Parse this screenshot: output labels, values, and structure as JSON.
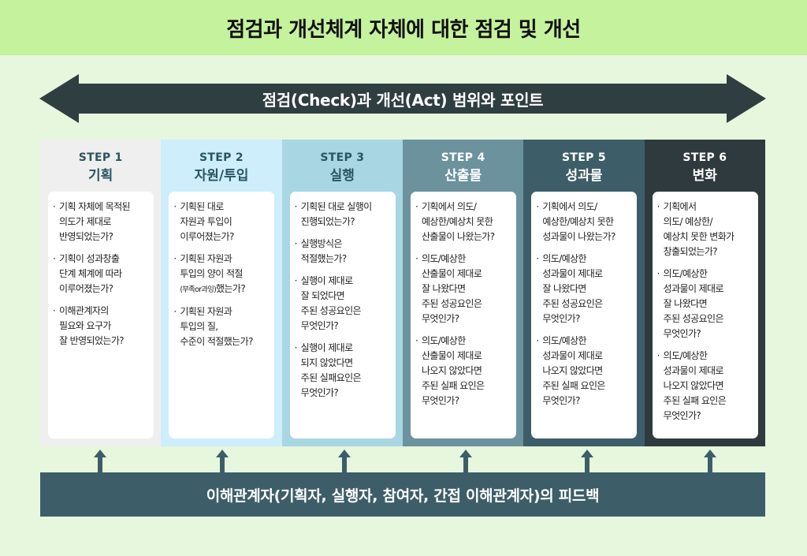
{
  "title": "점검과 개선체계 자체에 대한 점검 및 개선",
  "scope_arrow": {
    "label": "점검(Check)과 개선(Act) 범위와 포인트",
    "color": "#2f3e40"
  },
  "steps": [
    {
      "num": "STEP 1",
      "name": "기획",
      "bg": "#efefef",
      "text_color": "#2a5563",
      "items": [
        "기획 자체에 목적된\n의도가 제대로\n반영되었는가?",
        "기획이 성과창출\n단계 체계에 따라\n이루어졌는가?",
        "이해관계자의\n필요와 요구가\n잘 반영되었는가?"
      ]
    },
    {
      "num": "STEP 2",
      "name": "자원/투입",
      "bg": "#cdeefa",
      "text_color": "#2a5563",
      "items": [
        "기획된 대로\n자원과 투입이\n이루어졌는가?",
        "기획된 자원과\n투입의 양이 적절",
        "기획된 자원과\n투입의 질,\n수준이 적절했는가?"
      ],
      "item2_small": "(부족or과잉)",
      "item2_tail": "했는가?"
    },
    {
      "num": "STEP 3",
      "name": "실행",
      "bg": "#a9d6e3",
      "text_color": "#2a5563",
      "items": [
        "기획된 대로 실행이\n진행되었는가?",
        "실행방식은\n적절했는가?",
        "실행이 제대로\n잘 되었다면\n주된 성공요인은\n무엇인가?",
        "실행이 제대로\n되지 않았다면\n주된 실패요인은\n무엇인가?"
      ]
    },
    {
      "num": "STEP 4",
      "name": "산출물",
      "bg": "#6b929d",
      "text_color": "#ffffff",
      "items": [
        "기획에서 의도/\n예상한/예상치 못한\n산출물이 나왔는가?",
        "의도/예상한\n산출물이 제대로\n잘 나왔다면\n주된 성공요인은\n무엇인가?",
        "의도/예상한\n산출물이 제대로\n나오지 않았다면\n주된 실패 요인은\n무엇인가?"
      ]
    },
    {
      "num": "STEP 5",
      "name": "성과물",
      "bg": "#3d5e69",
      "text_color": "#ffffff",
      "items": [
        "기획에서 의도/\n예상한/예상치 못한\n성과물이 나왔는가?",
        "의도/예상한\n성과물이 제대로\n잘 나왔다면\n주된 성공요인은\n무엇인가?",
        "의도/예상한\n성과물이 제대로\n나오지 않았다면\n주된 실패 요인은\n무엇인가?"
      ]
    },
    {
      "num": "STEP 6",
      "name": "변화",
      "bg": "#2f3a3e",
      "text_color": "#ffffff",
      "items": [
        "기획에서\n의도/ 예상한/\n예상치 못한 변화가\n창출되었는가?",
        "의도/예상한\n성과물이 제대로\n잘 나왔다면\n주된 성공요인은\n무엇인가?",
        "의도/예상한\n성과물이 제대로\n나오지 않았다면\n주된 실패 요인은\n무엇인가?"
      ]
    }
  ],
  "feedback": {
    "label": "이해관계자(기획자, 실행자, 참여자, 간접 이해관계자)의 피드백",
    "color": "#3d5e69"
  }
}
